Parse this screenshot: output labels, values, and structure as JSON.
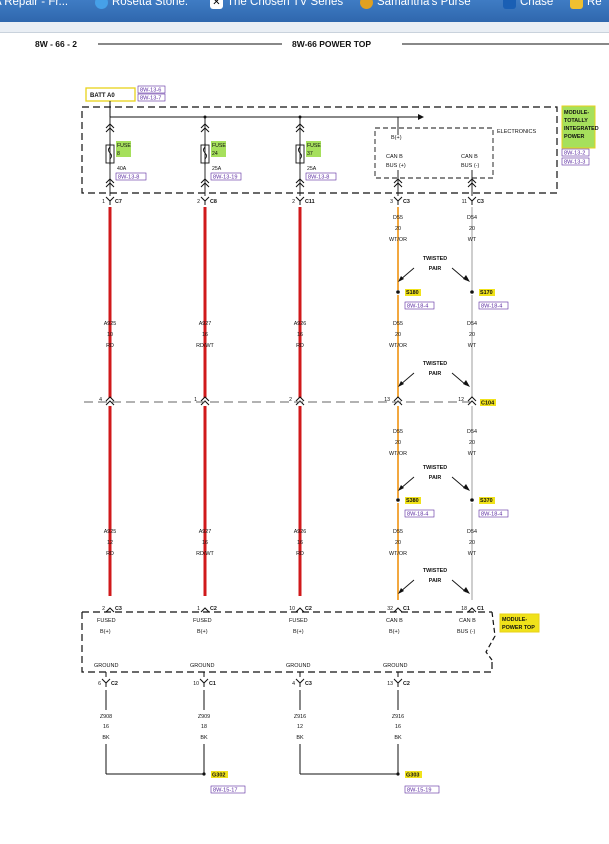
{
  "bookmarks": [
    {
      "label": "A Repair - Fr...",
      "icon": "page-icon",
      "color": "#ffffff"
    },
    {
      "label": "Rosetta Stone:",
      "icon": "rosetta-icon",
      "color": "#46a0e8"
    },
    {
      "label": "The Chosen TV Series",
      "icon": "chosen-icon",
      "color": "#000000"
    },
    {
      "label": "Samantha's Purse",
      "icon": "purse-icon",
      "color": "#e0a020"
    },
    {
      "label": "Chase",
      "icon": "chase-icon",
      "color": "#1a5fb4"
    },
    {
      "label": "Re",
      "icon": "bookmark-icon",
      "color": "#f0c030"
    }
  ],
  "header": {
    "page_num": "8W - 66 - 2",
    "title": "8W-66 POWER TOP"
  },
  "batt": {
    "label": "BATT A0",
    "refs": [
      "8W-13-6",
      "8W-13-7"
    ]
  },
  "module_top": {
    "name_lines": [
      "MODULE-",
      "TOTALLY",
      "INTEGRATED",
      "POWER"
    ],
    "refs": [
      "8W-13-2",
      "8W-13-3"
    ],
    "electronics": "ELECTRONICS",
    "bplus": "B(+)"
  },
  "fuses": [
    {
      "label": "FUSE",
      "num": "8",
      "amps": "40A",
      "ref": "8W-13-8"
    },
    {
      "label": "FUSE",
      "num": "24",
      "amps": "25A",
      "ref": "8W-13-19"
    },
    {
      "label": "FUSE",
      "num": "37",
      "amps": "25A",
      "ref": "8W-13-8"
    }
  ],
  "can_top": [
    {
      "line1": "CAN B",
      "line2": "BUS (+)"
    },
    {
      "line1": "CAN B",
      "line2": "BUS (-)"
    }
  ],
  "top_connectors": [
    {
      "pin": "1",
      "conn": "C7"
    },
    {
      "pin": "2",
      "conn": "C8"
    },
    {
      "pin": "2",
      "conn": "C11"
    },
    {
      "pin": "3",
      "conn": "C3"
    },
    {
      "pin": "11",
      "conn": "C3"
    }
  ],
  "wires_seg1": [
    {
      "code": "D55",
      "gauge": "20",
      "color": "WT/OR"
    },
    {
      "code": "D54",
      "gauge": "20",
      "color": "WT"
    }
  ],
  "twisted_pair": "TWISTED\nPAIR",
  "splices_a": [
    {
      "id": "S180",
      "ref": "8W-18-4"
    },
    {
      "id": "S170",
      "ref": "8W-18-4"
    }
  ],
  "wires_seg2": [
    {
      "code": "A925",
      "gauge": "10",
      "color": "RD"
    },
    {
      "code": "A927",
      "gauge": "16",
      "color": "RD/WT"
    },
    {
      "code": "A926",
      "gauge": "16",
      "color": "RD"
    },
    {
      "code": "D55",
      "gauge": "20",
      "color": "WT/OR"
    },
    {
      "code": "D54",
      "gauge": "20",
      "color": "WT"
    }
  ],
  "inline_connector": {
    "pins": [
      "4",
      "1",
      "2",
      "13",
      "12"
    ],
    "name": "C104"
  },
  "wires_seg3": [
    {
      "code": "D55",
      "gauge": "20",
      "color": "WT/OR"
    },
    {
      "code": "D54",
      "gauge": "20",
      "color": "WT"
    }
  ],
  "splices_b": [
    {
      "id": "S380",
      "ref": "8W-18-4"
    },
    {
      "id": "S370",
      "ref": "8W-18-4"
    }
  ],
  "wires_seg4": [
    {
      "code": "A925",
      "gauge": "12",
      "color": "RD"
    },
    {
      "code": "A927",
      "gauge": "16",
      "color": "RD/WT"
    },
    {
      "code": "A926",
      "gauge": "16",
      "color": "RD"
    },
    {
      "code": "D55",
      "gauge": "20",
      "color": "WT/OR"
    },
    {
      "code": "D54",
      "gauge": "20",
      "color": "WT"
    }
  ],
  "bottom_connectors": [
    {
      "pin": "2",
      "conn": "C3"
    },
    {
      "pin": "1",
      "conn": "C2"
    },
    {
      "pin": "10",
      "conn": "C2"
    },
    {
      "pin": "32",
      "conn": "C1"
    },
    {
      "pin": "18",
      "conn": "C1"
    }
  ],
  "module_bottom": {
    "name_lines": [
      "MODULE-",
      "POWER TOP"
    ],
    "inputs": [
      {
        "line1": "FUSED",
        "line2": "B(+)"
      },
      {
        "line1": "FUSED",
        "line2": "B(+)"
      },
      {
        "line1": "FUSED",
        "line2": "B(+)"
      },
      {
        "line1": "CAN B",
        "line2": "B(+)"
      },
      {
        "line1": "CAN B",
        "line2": "BUS (-)"
      }
    ],
    "ground_label": "GROUND"
  },
  "ground_connectors": [
    {
      "pin": "6",
      "conn": "C2"
    },
    {
      "pin": "10",
      "conn": "C1"
    },
    {
      "pin": "4",
      "conn": "C3"
    },
    {
      "pin": "13",
      "conn": "C2"
    }
  ],
  "ground_wires": [
    {
      "code": "Z908",
      "gauge": "16",
      "color": "BK"
    },
    {
      "code": "Z909",
      "gauge": "18",
      "color": "BK"
    },
    {
      "code": "Z916",
      "gauge": "12",
      "color": "BK"
    },
    {
      "code": "Z916",
      "gauge": "16",
      "color": "BK"
    }
  ],
  "grounds": [
    {
      "id": "G302",
      "ref": "8W-15-17"
    },
    {
      "id": "G303",
      "ref": "8W-15-19"
    }
  ],
  "colors": {
    "red_wire": "#d0191b",
    "orange_wire": "#f09e2a",
    "white_wire": "#c8c8c8",
    "highlight": "#f0e21a",
    "fuse_green": "#a6e05c",
    "ref_purple": "#5a2aa0"
  }
}
